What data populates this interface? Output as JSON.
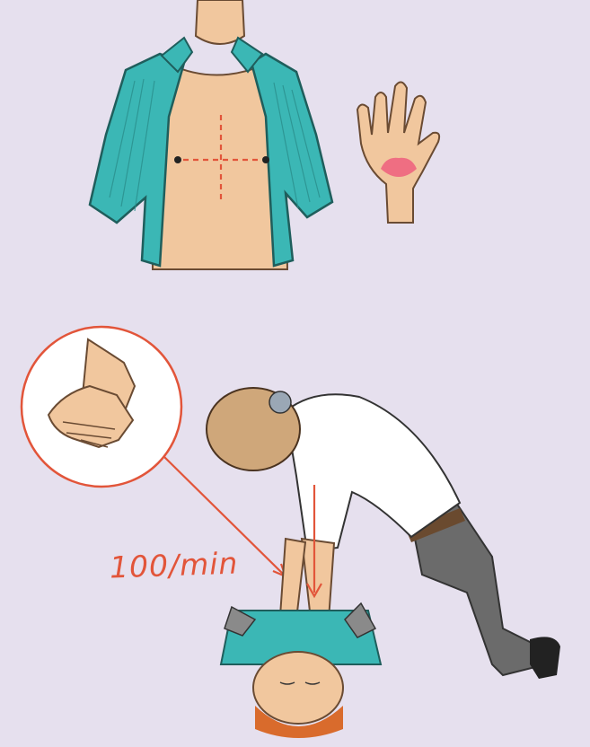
{
  "compression_rate_label": "100/min",
  "colors": {
    "background": "#e6e0ee",
    "skin": "#f1c79e",
    "shirt_teal": "#3bb7b5",
    "accent_red": "#e2553a",
    "palm_pink": "#ef6e82",
    "trousers": "#6b6b6b",
    "bald_head": "#cfa77a"
  },
  "panels": [
    {
      "id": "chest-landmarks"
    },
    {
      "id": "hand-heel-detail"
    },
    {
      "id": "cpr-compressions"
    }
  ]
}
